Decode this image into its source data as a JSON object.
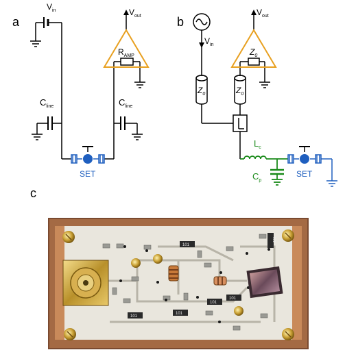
{
  "panels": {
    "a": "a",
    "b": "b",
    "c": "c"
  },
  "panel_a": {
    "vin_base": "V",
    "vin_sub": "in",
    "vout_base": "V",
    "vout_sub": "out",
    "ramp_base": "R",
    "ramp_sub": "AMP",
    "cline_left_base": "C",
    "cline_left_sub": "line",
    "cline_right_base": "C",
    "cline_right_sub": "line",
    "set_label": "SET"
  },
  "panel_b": {
    "vin_base": "V",
    "vin_sub": "in",
    "vout_base": "V",
    "vout_sub": "out",
    "z0_amp_base": "Z",
    "z0_amp_sub": "0",
    "z0_left_base": "Z",
    "z0_left_sub": "0",
    "z0_right_base": "Z",
    "z0_right_sub": "0",
    "lc_base": "L",
    "lc_sub": "c",
    "cp_base": "C",
    "cp_sub": "p",
    "set_label": "SET"
  },
  "photo_labels": {
    "r1": "101",
    "r2": "101",
    "r3": "101",
    "r4": "101",
    "r5": "101",
    "r6": "101"
  },
  "colors": {
    "wire": "#000000",
    "set_blue": "#1f5fbf",
    "amp_orange": "#e8a020",
    "match_green": "#1a8a1a",
    "pcb_brown": "#8a5a3a",
    "board_white": "#e9e6dd"
  }
}
